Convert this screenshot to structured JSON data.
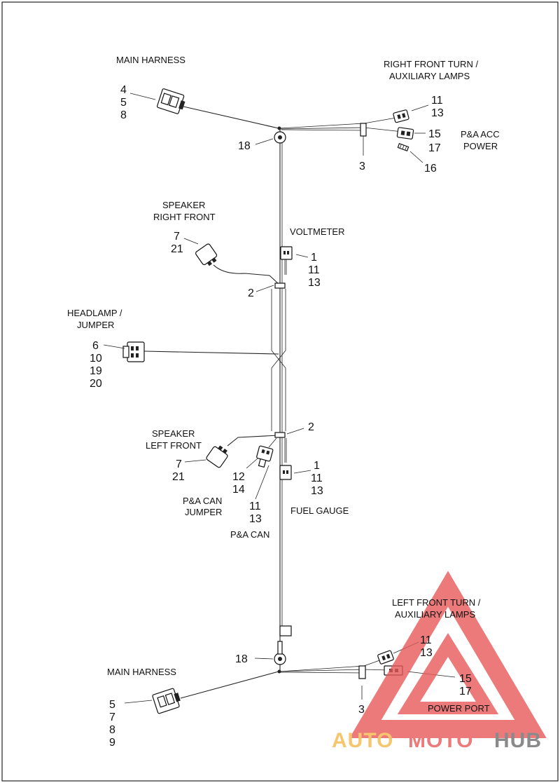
{
  "labels": {
    "main_harness_top": "MAIN HARNESS",
    "right_front_turn_1": "RIGHT FRONT TURN /",
    "right_front_turn_2": "AUXILIARY LAMPS",
    "pa_acc_1": "P&A ACC",
    "pa_acc_2": "POWER",
    "speaker_rf_1": "SPEAKER",
    "speaker_rf_2": "RIGHT FRONT",
    "voltmeter": "VOLTMETER",
    "headlamp_1": "HEADLAMP /",
    "headlamp_2": "JUMPER",
    "speaker_lf_1": "SPEAKER",
    "speaker_lf_2": "LEFT FRONT",
    "pa_can_jumper_1": "P&A CAN",
    "pa_can_jumper_2": "JUMPER",
    "pa_can": "P&A CAN",
    "fuel_gauge": "FUEL GAUGE",
    "left_front_turn_1": "LEFT FRONT TURN /",
    "left_front_turn_2": "AUXILIARY LAMPS",
    "main_harness_bottom": "MAIN HARNESS",
    "power_port": "POWER PORT"
  },
  "callouts": {
    "mh_top": [
      "4",
      "5",
      "8"
    ],
    "rft": [
      "11",
      "13"
    ],
    "rft_15": "15",
    "rft_17": "17",
    "rft_16": "16",
    "rft_3": "3",
    "top_18": "18",
    "spk_rf": [
      "7",
      "21"
    ],
    "volt": [
      "1",
      "11",
      "13"
    ],
    "clip_top_2": "2",
    "headlamp": [
      "6",
      "10",
      "19",
      "20"
    ],
    "clip_bottom_2": "2",
    "spk_lf": [
      "7",
      "21"
    ],
    "can_jumper": [
      "12",
      "14"
    ],
    "can": [
      "11",
      "13"
    ],
    "fuel": [
      "1",
      "11",
      "13"
    ],
    "lft": [
      "11",
      "13"
    ],
    "lft_15_17": [
      "15",
      "17"
    ],
    "lft_3": "3",
    "bottom_18": "18",
    "mh_bottom": [
      "5",
      "7",
      "8",
      "9"
    ]
  },
  "watermark": {
    "part1": "AUTO",
    "part2": "MOTO",
    "part3": "HUB",
    "color_orange": "#f5b94a",
    "color_red": "#e85a5a",
    "color_gray": "#6e6e6e"
  }
}
